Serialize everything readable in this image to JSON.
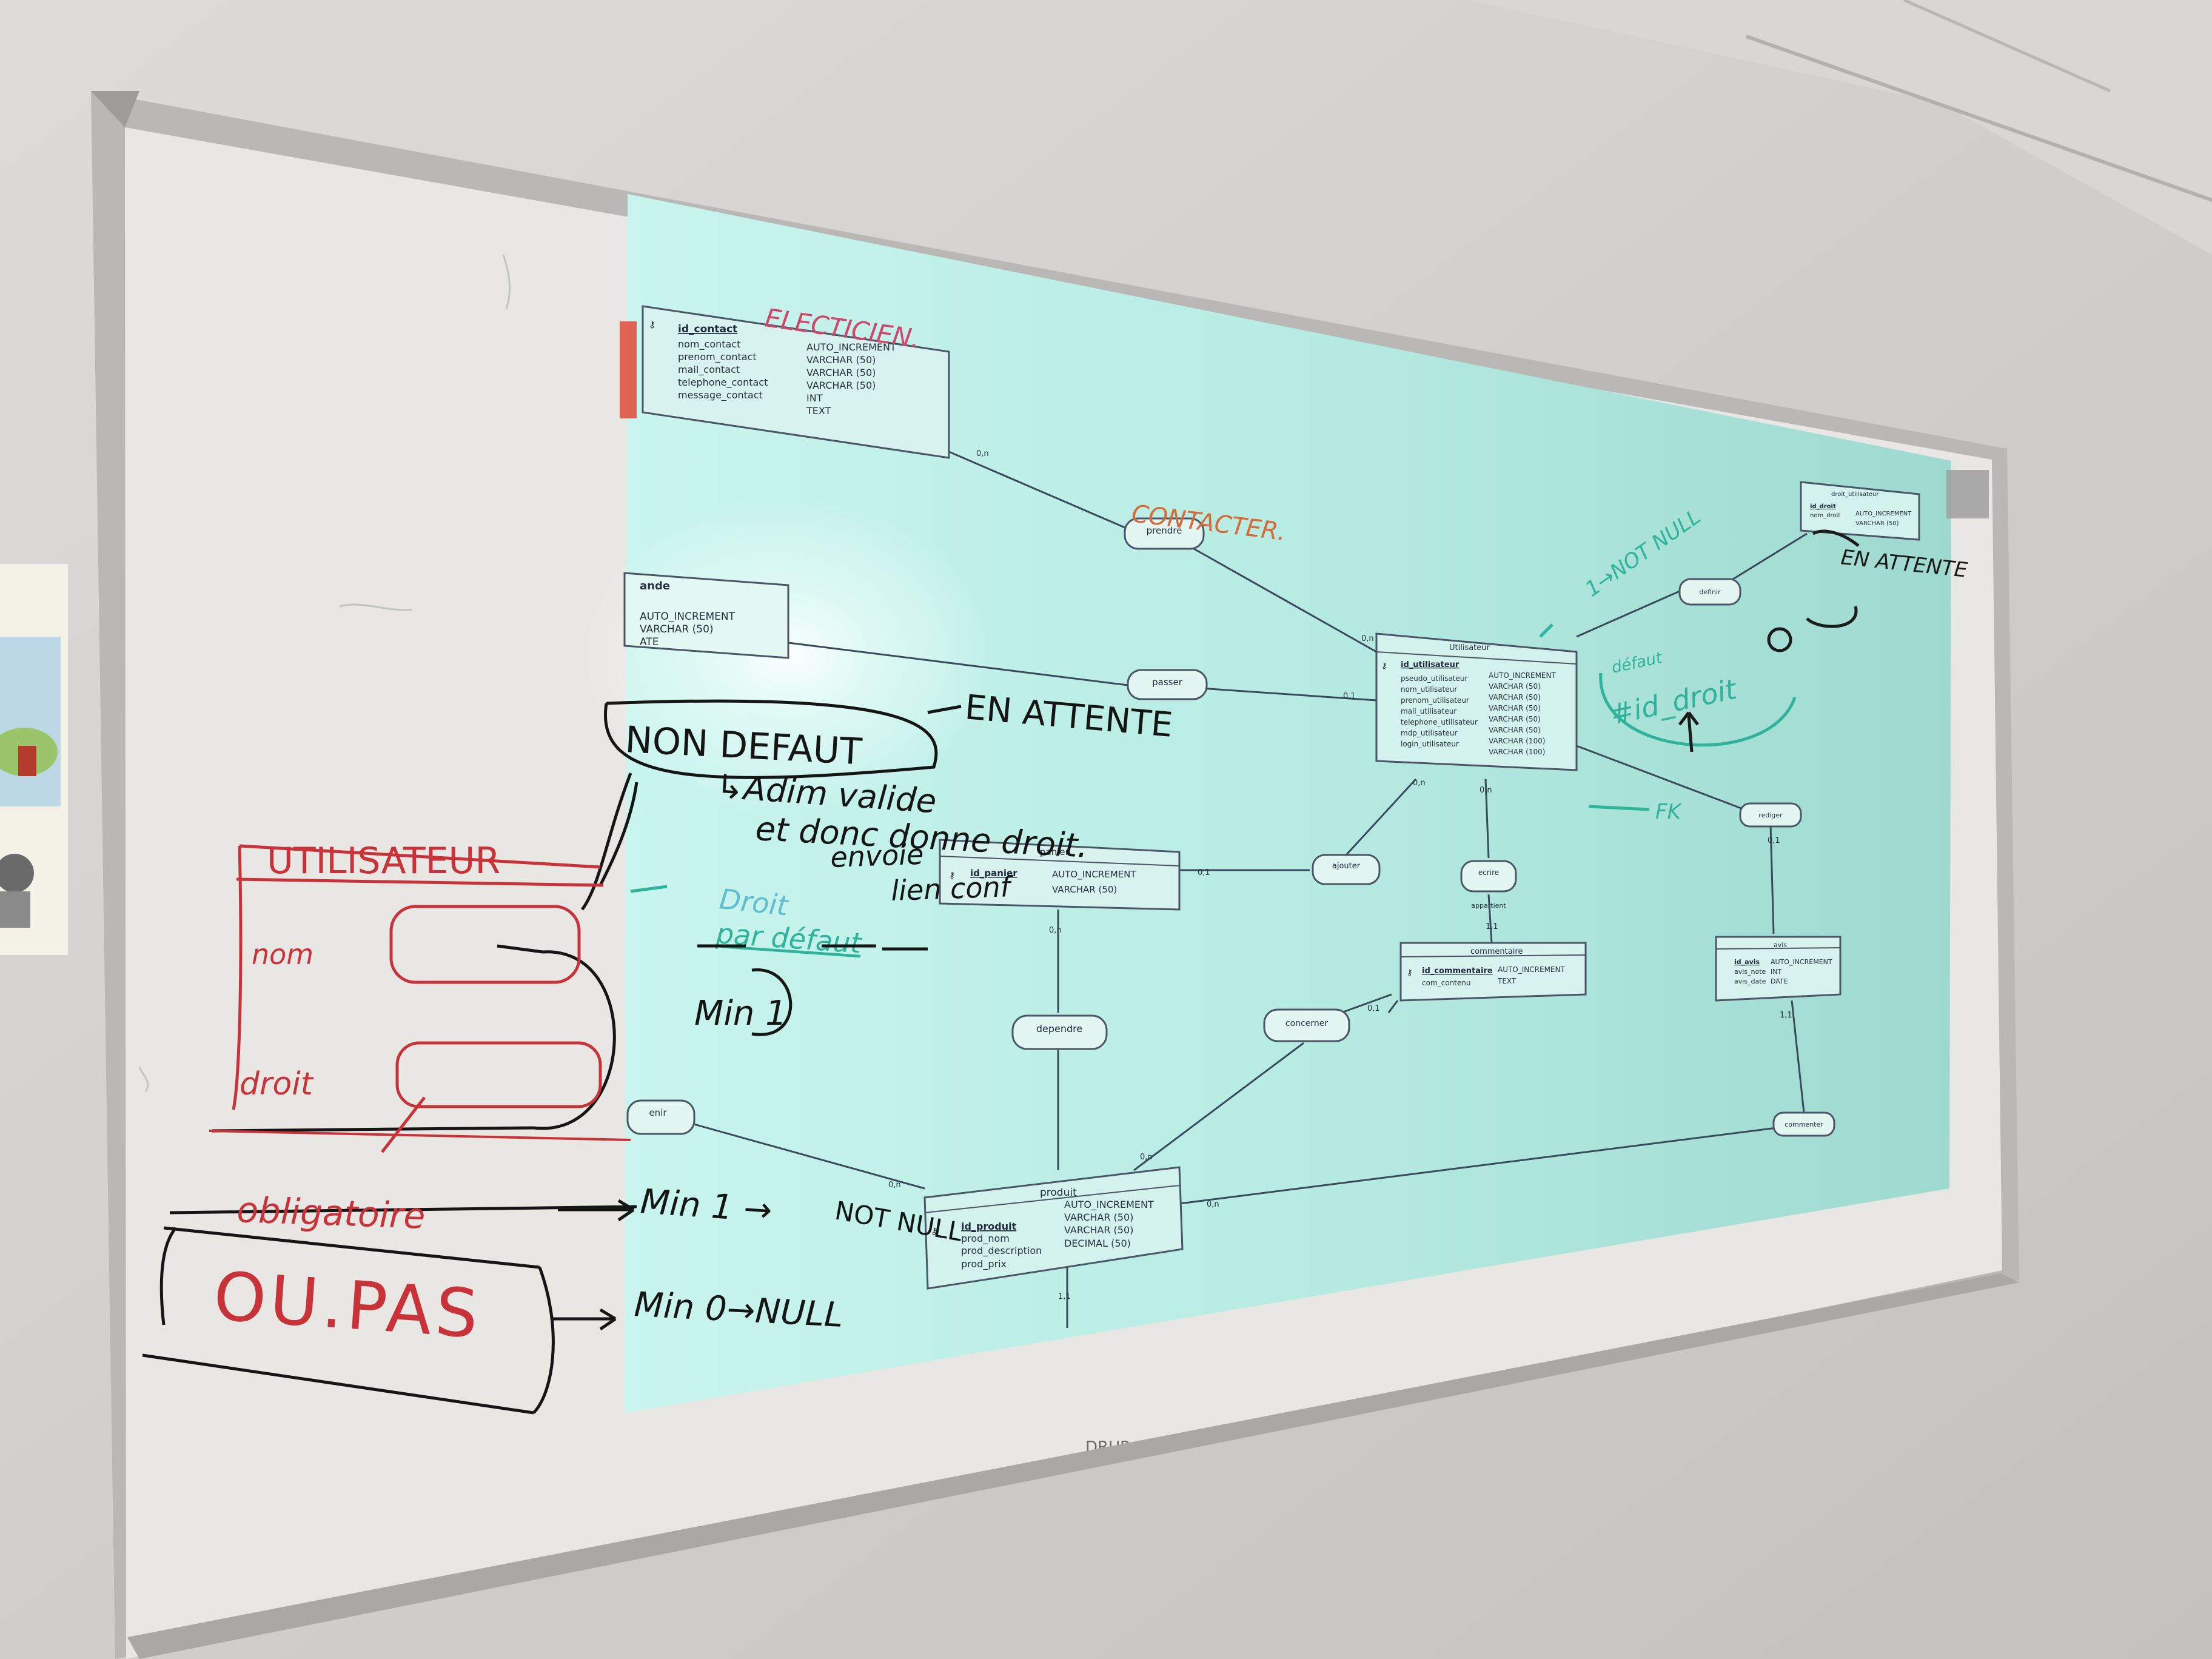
{
  "diagram": {
    "entities": {
      "contact": {
        "pk": "id_contact",
        "rows": [
          [
            "nom_contact",
            "AUTO_INCREMENT"
          ],
          [
            "prenom_contact",
            "VARCHAR (50)"
          ],
          [
            "mail_contact",
            "VARCHAR (50)"
          ],
          [
            "telephone_contact",
            "VARCHAR (50)"
          ],
          [
            "message_contact",
            "INT"
          ],
          [
            "",
            "TEXT"
          ]
        ]
      },
      "commande": {
        "title": "ande",
        "rows": [
          "AUTO_INCREMENT",
          "VARCHAR (50)",
          "ATE"
        ]
      },
      "utilisateur": {
        "title": "Utilisateur",
        "pk": "id_utilisateur",
        "pk_type": "AUTO_INCREMENT",
        "rows": [
          [
            "pseudo_utilisateur",
            "VARCHAR (50)"
          ],
          [
            "nom_utilisateur",
            "VARCHAR (50)"
          ],
          [
            "prenom_utilisateur",
            "VARCHAR (50)"
          ],
          [
            "mail_utilisateur",
            "VARCHAR (50)"
          ],
          [
            "telephone_utilisateur",
            "VARCHAR (50)"
          ],
          [
            "mdp_utilisateur",
            "VARCHAR (100)"
          ],
          [
            "login_utilisateur",
            "VARCHAR (100)"
          ]
        ]
      },
      "droit": {
        "title": "droit_utilisateur",
        "pk": "id_droit",
        "pk_type": "AUTO_INCREMENT",
        "rows": [
          [
            "nom_droit",
            "VARCHAR (50)"
          ]
        ]
      },
      "panier": {
        "title": "panier",
        "pk": "id_panier",
        "pk_type": "AUTO_INCREMENT",
        "rows": [
          [
            "",
            "VARCHAR (50)"
          ]
        ]
      },
      "commentaire": {
        "title": "commentaire",
        "pk": "id_commentaire",
        "pk_type": "AUTO_INCREMENT",
        "rows": [
          [
            "com_contenu",
            "TEXT"
          ]
        ]
      },
      "avis": {
        "title": "avis",
        "pk": "id_avis",
        "pk_type": "AUTO_INCREMENT",
        "rows": [
          [
            "avis_note",
            "INT"
          ],
          [
            "avis_date",
            "DATE"
          ]
        ]
      },
      "produit": {
        "title": "produit",
        "pk": "id_produit",
        "pk_type": "AUTO_INCREMENT",
        "rows": [
          [
            "prod_nom",
            "VARCHAR (50)"
          ],
          [
            "prod_description",
            "VARCHAR (50)"
          ],
          [
            "prod_prix",
            "DECIMAL (50)"
          ]
        ]
      }
    },
    "relations": {
      "prendre": "prendre",
      "passer": "passer",
      "definir": "definir",
      "rediger": "rediger",
      "ajouter": "ajouter",
      "ecrire": "ecrire",
      "dependre": "dependre",
      "concerner": "concerner",
      "commenter": "commenter",
      "contenir": "enir",
      "appartient": "appartient"
    },
    "cardinalities": {
      "c0n_contact": "0,n",
      "c0n_user_top": "0,n",
      "c01_user_left": "0,1",
      "c0n_user_bottom_left": "0,n",
      "c0n_user_bottom": "0,n",
      "c01_panier_right": "0,1",
      "c0n_panier_bottom": "0,n",
      "c11_commentaire": "1,1",
      "c01_commentaire_left": "0,1",
      "c01_rediger": "0,1",
      "c11_avis": "1,1",
      "c0n_produit_left": "0,n",
      "c0n_produit_top": "0,n",
      "c0n_produit_right": "0,n",
      "c11_produit_bottom": "1,1"
    }
  },
  "handwriting": {
    "electricien": "ELECTICIEN.",
    "contacter": "CONTACTER.",
    "not_null_top": "1→NOT NULL",
    "en_attente_right": "EN ATTENTE",
    "id_droit": "#id_droit",
    "defaut_small": "défaut",
    "fk": "FK",
    "en_attente": "EN ATTENTE",
    "non_defaut": "NON DEFAUT",
    "admin_valide": "↳Adim valide",
    "et_donc": "et donc donne droit.",
    "envoie": "envoie",
    "lien_conf": "lien conf",
    "droit_par_defaut": "Droit",
    "par_defaut": "par défaut",
    "min1": "Min 1",
    "utilisateur_form": "UTILISATEUR",
    "nom": "nom",
    "droit": "droit",
    "obligatoire": "obligatoire",
    "min1_not_null": "Min 1 →",
    "not_null": "NOT NULL",
    "ou_pas": "OU.PAS",
    "min0_null": "Min 0→NULL",
    "droit_board": "Droit",
    "tray_label": "DRUP"
  },
  "colors": {
    "projection": "#bfeee6",
    "whiteboard": "#e9e8e6",
    "marker_black": "#151515",
    "marker_red": "#c8333a",
    "marker_teal": "#2fb39a",
    "diagram_line": "#3a4a5a"
  }
}
